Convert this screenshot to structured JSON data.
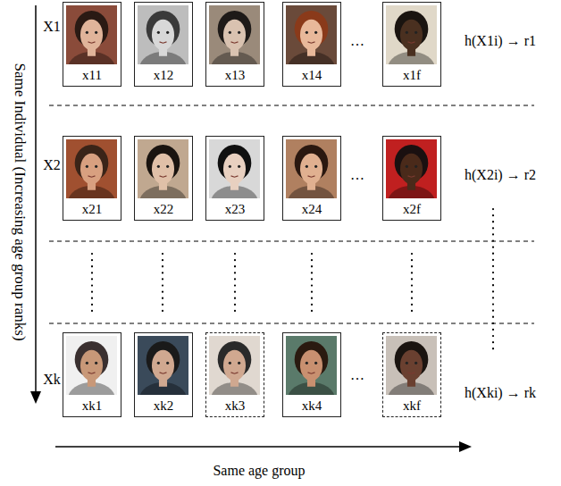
{
  "diagram": {
    "nodes": [
      {
        "text": [
          "x11"
        ]
      },
      {
        "text": [
          "x12"
        ]
      },
      {
        "text": [
          "x13"
        ]
      },
      {
        "text": [
          "x14"
        ]
      },
      {
        "text": [
          "x1f"
        ]
      },
      {
        "text": [
          "x21"
        ]
      },
      {
        "text": [
          "x22"
        ]
      },
      {
        "text": [
          "x23"
        ]
      },
      {
        "text": [
          "x24"
        ]
      },
      {
        "text": [
          "x2f"
        ]
      },
      {
        "text": [
          "xk1"
        ]
      },
      {
        "text": [
          "xk2"
        ]
      },
      {
        "text": [
          "xk3"
        ]
      },
      {
        "text": [
          "xk4"
        ]
      },
      {
        "text": [
          "xkf"
        ]
      }
    ],
    "labels": [
      "Same Individual (Increasing age group ranks)",
      "X1",
      "…",
      "h(X1i) → r1",
      "X2",
      "…",
      "h(X2i) → r2",
      "Xk",
      "…",
      "h(Xki) → rk",
      "Same age group"
    ]
  }
}
